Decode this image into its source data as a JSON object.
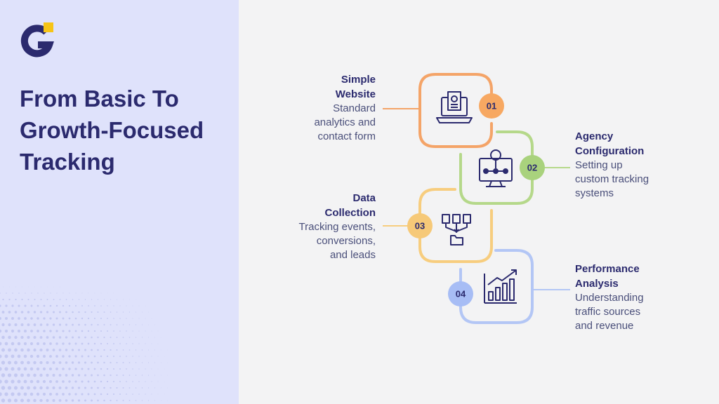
{
  "page": {
    "title": "From Basic To Growth-Focused Tracking"
  },
  "brand": {
    "logo_icon": "g-logo-icon",
    "primary_color": "#2b2a6e",
    "accent_color": "#f6c417",
    "panel_color": "#dfe2fb"
  },
  "steps": [
    {
      "number": "01",
      "title": "Simple\nWebsite",
      "description": "Standard\nanalytics and\ncontact form",
      "icon": "website-dashboard-icon",
      "color": "#f4a468",
      "badge_color": "#f7a862"
    },
    {
      "number": "02",
      "title": "Agency\nConfiguration",
      "description": "Setting up\ncustom tracking\nsystems",
      "icon": "monitor-network-icon",
      "color": "#b5d88a",
      "badge_color": "#a9d27d"
    },
    {
      "number": "03",
      "title": "Data\nCollection",
      "description": "Tracking events,\nconversions,\nand leads",
      "icon": "data-collection-icon",
      "color": "#f7cd7e",
      "badge_color": "#f6c978"
    },
    {
      "number": "04",
      "title": "Performance\nAnalysis",
      "description": "Understanding\ntraffic sources\nand revenue",
      "icon": "bar-chart-growth-icon",
      "color": "#b3c6f5",
      "badge_color": "#a7bdf5"
    }
  ]
}
